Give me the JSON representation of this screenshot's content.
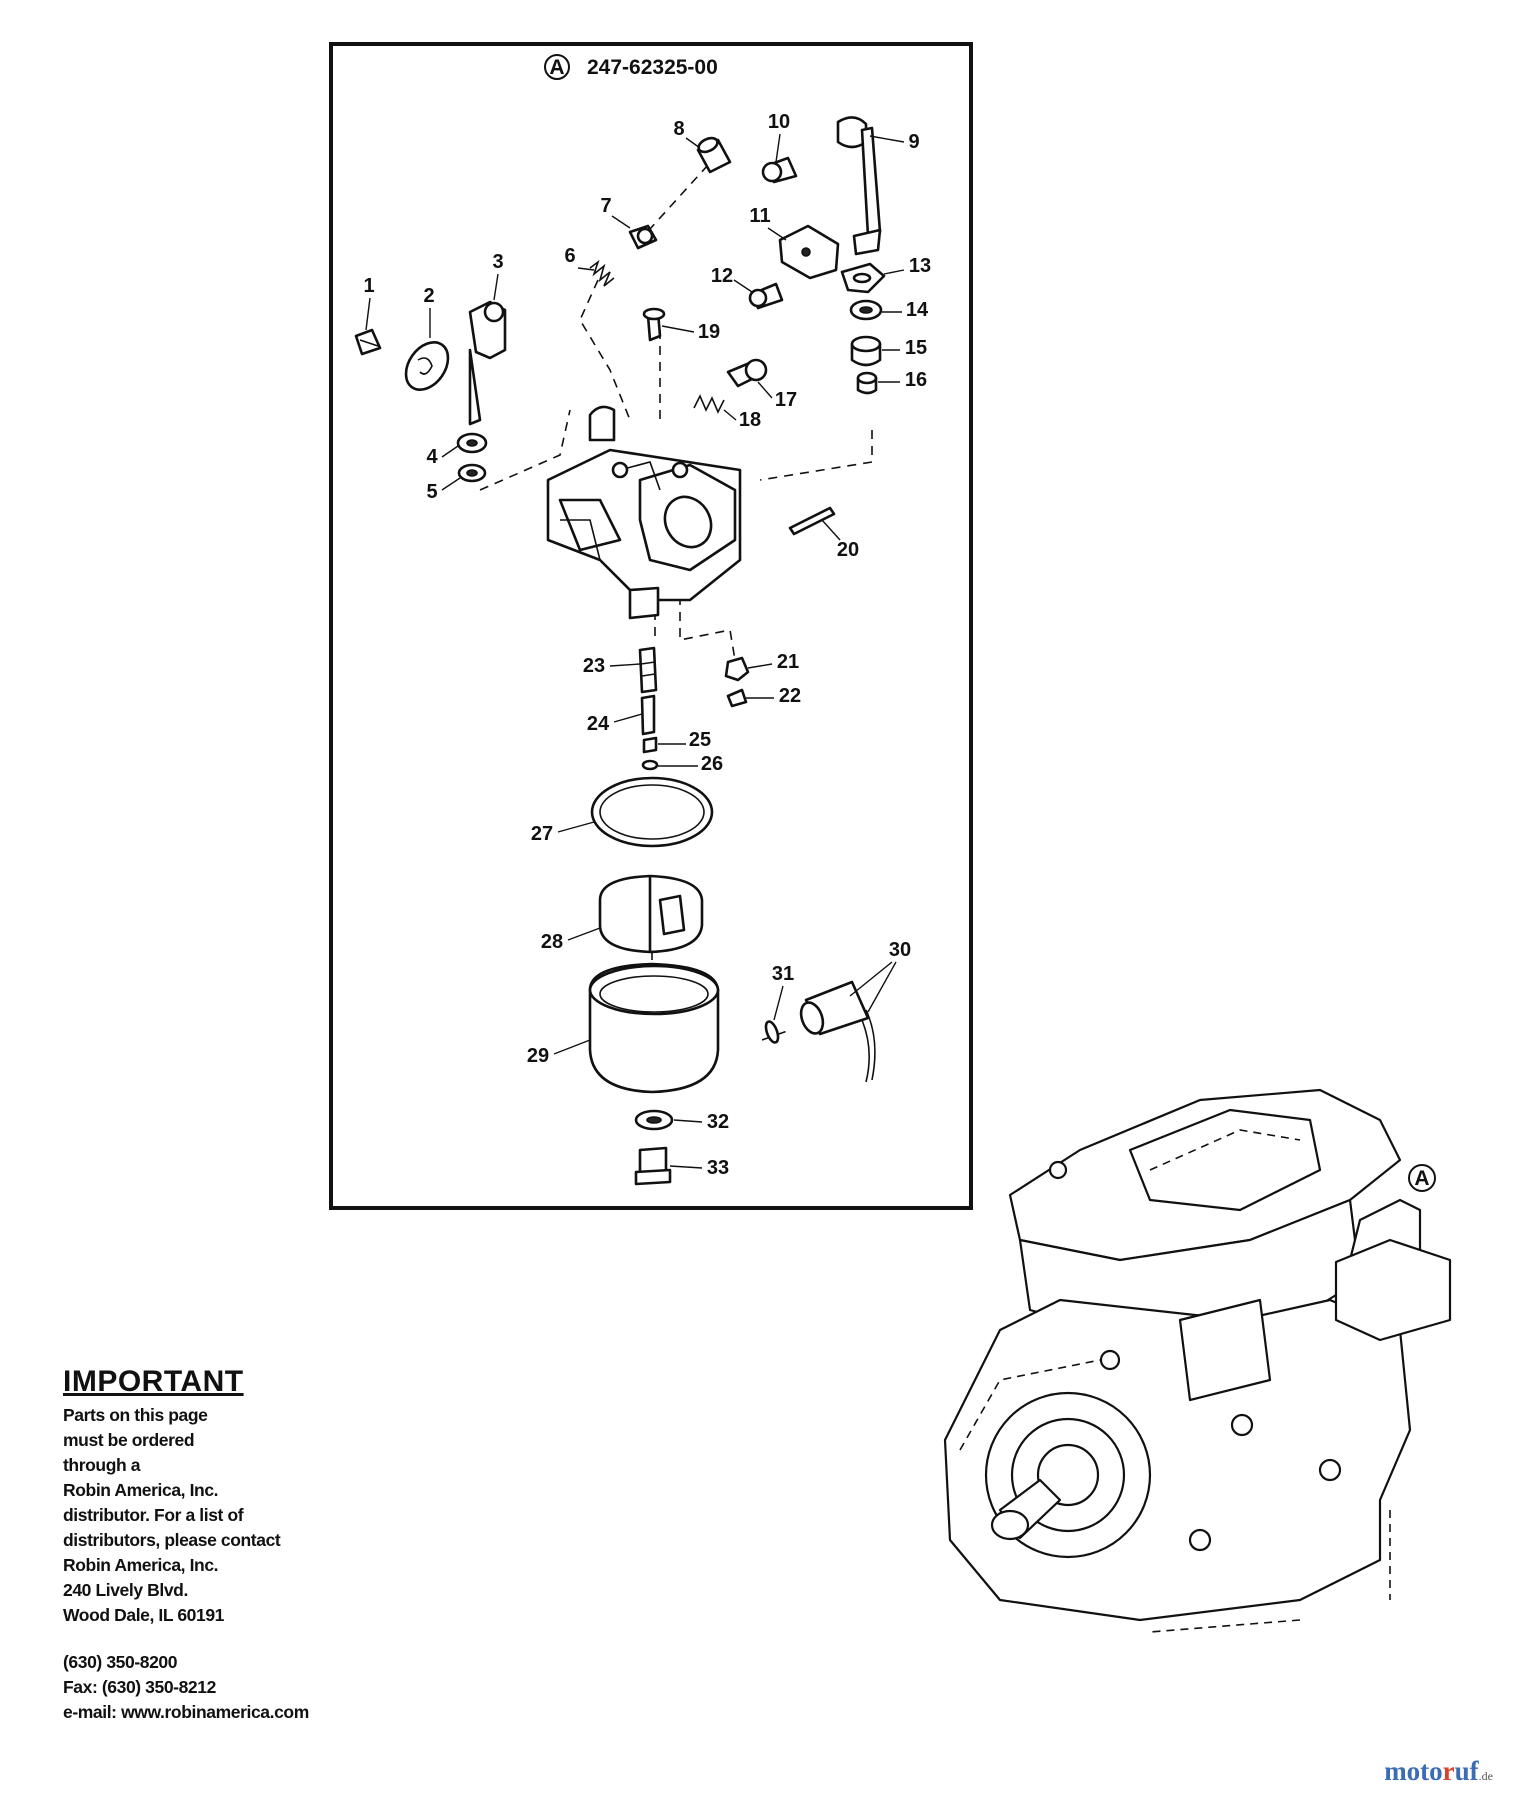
{
  "diagram": {
    "assembly": {
      "ref_letter": "A",
      "part_number": "247-62325-00"
    },
    "locator_letter": "A",
    "callouts": [
      "1",
      "2",
      "3",
      "4",
      "5",
      "6",
      "7",
      "8",
      "9",
      "10",
      "11",
      "12",
      "13",
      "14",
      "15",
      "16",
      "17",
      "18",
      "19",
      "20",
      "21",
      "22",
      "23",
      "24",
      "25",
      "26",
      "27",
      "28",
      "29",
      "30",
      "31",
      "32",
      "33"
    ]
  },
  "notice": {
    "heading": "IMPORTANT",
    "lines": [
      "Parts on this page",
      "must be ordered",
      "through a",
      "Robin America, Inc.",
      "distributor. For a list of",
      "distributors, please contact",
      "Robin America, Inc.",
      "240 Lively Blvd.",
      "Wood Dale, IL 60191"
    ],
    "contact": [
      "(630) 350-8200",
      "Fax: (630) 350-8212",
      "e-mail: www.robinamerica.com"
    ]
  },
  "watermark": {
    "part1": "moto",
    "part2": "r",
    "part3": "uf",
    "tld": ".de"
  }
}
